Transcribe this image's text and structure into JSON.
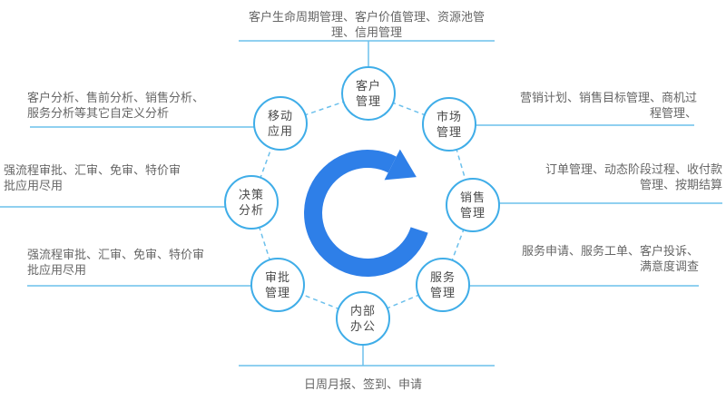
{
  "colors": {
    "node_border": "#3fade8",
    "line": "#6cc0ec",
    "arrow": "#2e7fe8",
    "node_text": "#4a4a4a",
    "label_text": "#666666"
  },
  "center_icon": "circular-cycle-arrow",
  "nodes": [
    {
      "id": "customer",
      "line1": "客户",
      "line2": "管理"
    },
    {
      "id": "market",
      "line1": "市场",
      "line2": "管理"
    },
    {
      "id": "sales",
      "line1": "销售",
      "line2": "管理"
    },
    {
      "id": "service",
      "line1": "服务",
      "line2": "管理"
    },
    {
      "id": "internal",
      "line1": "内部",
      "line2": "办公"
    },
    {
      "id": "approval",
      "line1": "审批",
      "line2": "管理"
    },
    {
      "id": "decision",
      "line1": "决策",
      "line2": "分析"
    },
    {
      "id": "mobile",
      "line1": "移动",
      "line2": "应用"
    }
  ],
  "labels": {
    "top": {
      "lines": [
        "客户生命周期管理、客户价值管理、资源池管",
        "理、信用管理"
      ]
    },
    "left_top": {
      "lines": [
        "客户分析、售前分析、销售分析、",
        "服务分析等其它自定义分析"
      ]
    },
    "left_mid": {
      "lines": [
        "强流程审批、汇审、免审、特价审",
        "批应用尽用"
      ]
    },
    "left_bottom": {
      "lines": [
        "强流程审批、汇审、免审、特价审",
        "批应用尽用"
      ]
    },
    "right_top": {
      "lines": [
        "营销计划、销售目标管理、商机过",
        "程管理、"
      ]
    },
    "right_mid": {
      "lines": [
        "订单管理、动态阶段过程、收付款",
        "管理、按期结算"
      ]
    },
    "right_bottom": {
      "lines": [
        "服务申请、服务工单、客户投诉、",
        "满意度调查"
      ]
    },
    "bottom": {
      "lines": [
        "日周月报、签到、申请"
      ]
    }
  }
}
